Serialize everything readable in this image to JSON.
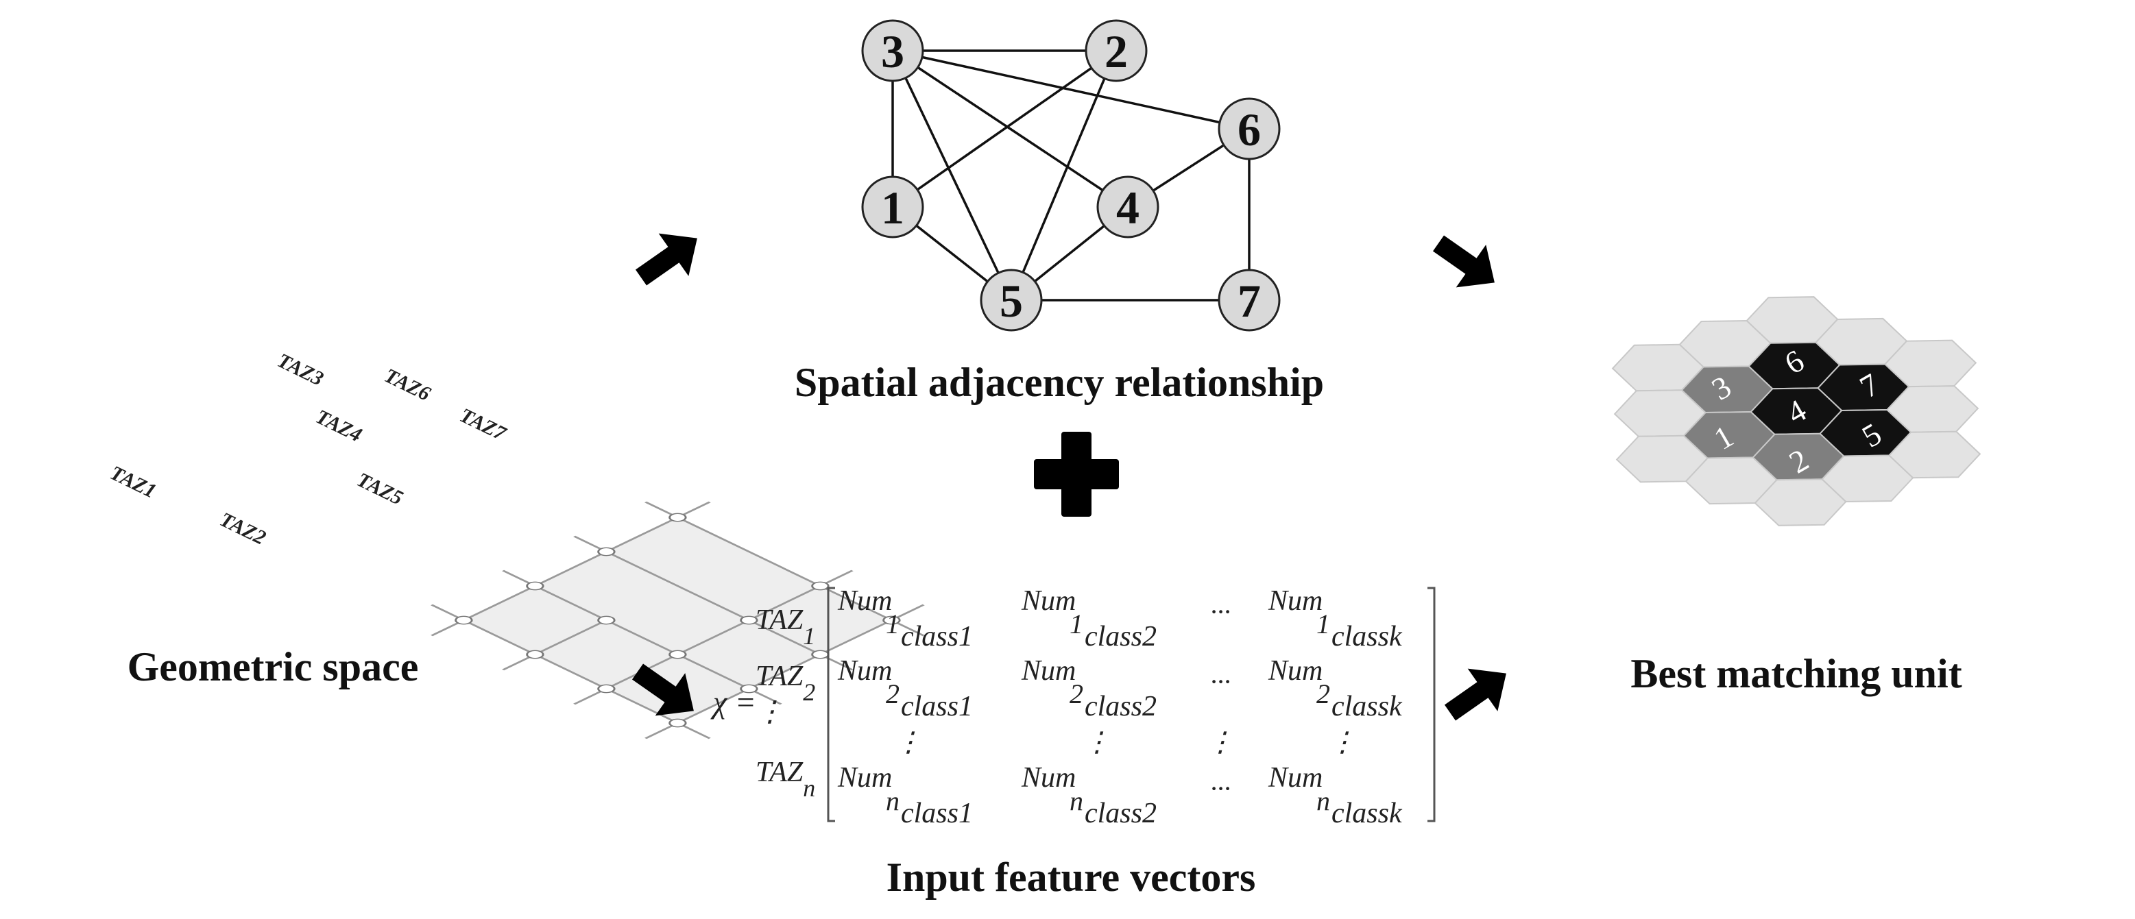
{
  "captions": {
    "geometric": "Geometric space",
    "adjacency": "Spatial adjacency relationship",
    "input": "Input feature vectors",
    "bmu": "Best matching unit"
  },
  "taz_zones": [
    {
      "label": "TAZ1"
    },
    {
      "label": "TAZ2"
    },
    {
      "label": "TAZ3"
    },
    {
      "label": "TAZ4"
    },
    {
      "label": "TAZ5"
    },
    {
      "label": "TAZ6"
    },
    {
      "label": "TAZ7"
    }
  ],
  "graph": {
    "nodes": [
      "1",
      "2",
      "3",
      "4",
      "5",
      "6",
      "7"
    ],
    "edges": [
      [
        "3",
        "2"
      ],
      [
        "3",
        "1"
      ],
      [
        "3",
        "4"
      ],
      [
        "3",
        "5"
      ],
      [
        "3",
        "6"
      ],
      [
        "2",
        "1"
      ],
      [
        "2",
        "5"
      ],
      [
        "1",
        "5"
      ],
      [
        "5",
        "4"
      ],
      [
        "4",
        "6"
      ],
      [
        "6",
        "7"
      ],
      [
        "5",
        "7"
      ]
    ]
  },
  "matrix": {
    "chi": "χ =",
    "row_labels": [
      {
        "base": "TAZ",
        "sub": "1"
      },
      {
        "base": "TAZ",
        "sub": "2"
      },
      {
        "base": "⋮",
        "sub": ""
      },
      {
        "base": "TAZ",
        "sub": "n"
      }
    ],
    "rows": [
      [
        {
          "num": "Num",
          "idx": "1",
          "cls": "class1"
        },
        {
          "num": "Num",
          "idx": "1",
          "cls": "class2"
        },
        {
          "num": "···",
          "idx": "",
          "cls": ""
        },
        {
          "num": "Num",
          "idx": "1",
          "cls": "classk"
        }
      ],
      [
        {
          "num": "Num",
          "idx": "2",
          "cls": "class1"
        },
        {
          "num": "Num",
          "idx": "2",
          "cls": "class2"
        },
        {
          "num": "···",
          "idx": "",
          "cls": ""
        },
        {
          "num": "Num",
          "idx": "2",
          "cls": "classk"
        }
      ],
      [
        {
          "num": "⋮",
          "idx": "",
          "cls": ""
        },
        {
          "num": "⋮",
          "idx": "",
          "cls": ""
        },
        {
          "num": "⋮",
          "idx": "",
          "cls": ""
        },
        {
          "num": "⋮",
          "idx": "",
          "cls": ""
        }
      ],
      [
        {
          "num": "Num",
          "idx": "n",
          "cls": "class1"
        },
        {
          "num": "Num",
          "idx": "n",
          "cls": "class2"
        },
        {
          "num": "···",
          "idx": "",
          "cls": ""
        },
        {
          "num": "Num",
          "idx": "n",
          "cls": "classk"
        }
      ]
    ]
  },
  "hex_units": [
    {
      "label": "3",
      "shade": "mid"
    },
    {
      "label": "6",
      "shade": "dark"
    },
    {
      "label": "1",
      "shade": "mid"
    },
    {
      "label": "4",
      "shade": "dark"
    },
    {
      "label": "7",
      "shade": "dark"
    },
    {
      "label": "2",
      "shade": "mid"
    },
    {
      "label": "5",
      "shade": "dark"
    }
  ],
  "colors": {
    "node_fill": "#d9d9d9",
    "hex_light": "#e3e3e3",
    "hex_mid": "#7f7f7f",
    "hex_dark": "#111111",
    "grid_line": "#9a9a9a",
    "zone_fill": "#eeeeee",
    "arrow": "#000000"
  },
  "icons": {
    "arrow": "bold-arrow-icon",
    "plus": "plus-icon"
  }
}
